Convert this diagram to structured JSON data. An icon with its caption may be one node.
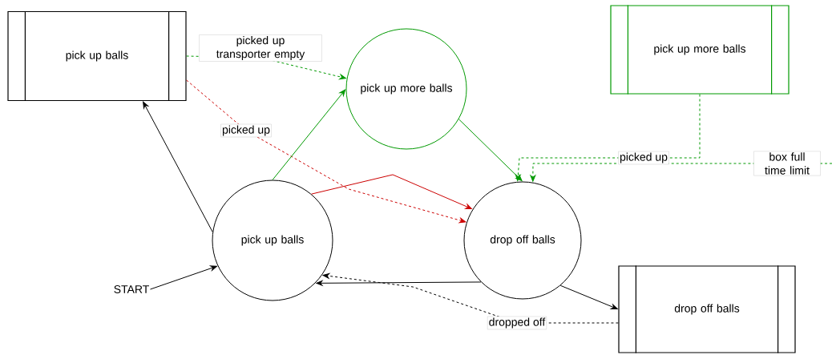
{
  "diagram": {
    "nodes": [
      {
        "text": [
          "pick up balls"
        ]
      },
      {
        "text": [
          "pick up more balls"
        ]
      },
      {
        "text": [
          "pick up more balls"
        ]
      },
      {
        "text": [
          "pick up balls"
        ]
      },
      {
        "text": [
          "drop off balls"
        ]
      },
      {
        "text": [
          "drop off balls"
        ]
      },
      {
        "text": [
          "START"
        ]
      }
    ],
    "edges": [
      {
        "from": 0,
        "to": 1,
        "arrow": "to",
        "label": "picked up transporter empty",
        "style": "dashed",
        "color": "#009900"
      },
      {
        "from": 0,
        "to": 4,
        "arrow": "to",
        "label": "picked up",
        "style": "dashed",
        "color": "#cc0000"
      },
      {
        "from": 3,
        "to": 1,
        "arrow": "to",
        "color": "#009900"
      },
      {
        "from": 3,
        "to": 4,
        "arrow": "to",
        "color": "#cc0000"
      },
      {
        "from": 1,
        "to": 4,
        "arrow": "to",
        "color": "#009900"
      },
      {
        "from": 2,
        "to": 4,
        "arrow": "to",
        "label": "picked up",
        "style": "dashed",
        "color": "#009900"
      },
      {
        "from": null,
        "to": 4,
        "arrow": "to",
        "label": "box full time limit",
        "style": "dashed",
        "color": "#009900"
      },
      {
        "from": 3,
        "to": 0,
        "arrow": "to",
        "color": "#000000"
      },
      {
        "from": 6,
        "to": 3,
        "arrow": "to",
        "color": "#000000"
      },
      {
        "from": 4,
        "to": 3,
        "arrow": "to",
        "color": "#000000"
      },
      {
        "from": 5,
        "to": 3,
        "arrow": "to",
        "label": "dropped off",
        "style": "dashed",
        "color": "#000000"
      },
      {
        "from": 4,
        "to": 5,
        "arrow": "to",
        "color": "#000000"
      }
    ]
  }
}
